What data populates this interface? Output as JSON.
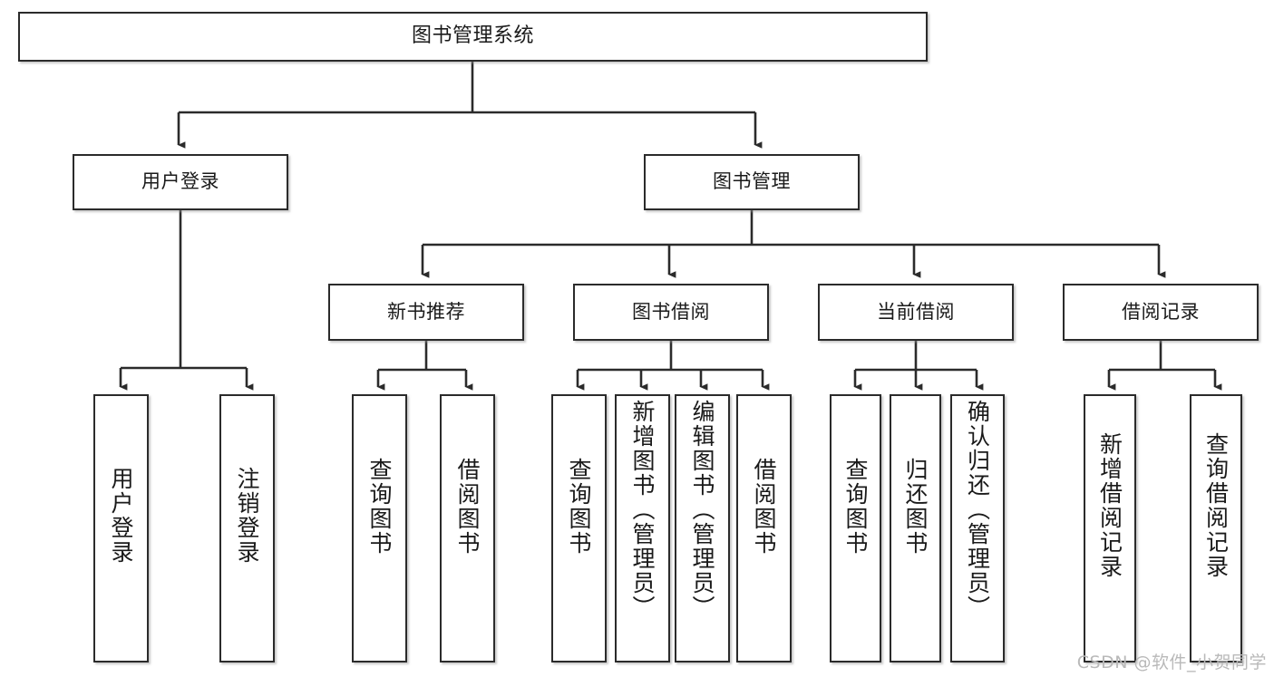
{
  "diagram": {
    "title": "图书管理系统",
    "watermark": "CSDN @软件_小贺同学",
    "accent_color": "#2b2b2b",
    "background_color": "#ffffff",
    "nodes": {
      "root": {
        "label": "图书管理系统"
      },
      "level2": [
        {
          "id": "user-login",
          "label": "用户登录"
        },
        {
          "id": "book-management",
          "label": "图书管理"
        }
      ],
      "level3": [
        {
          "id": "new-book-recommend",
          "label": "新书推荐"
        },
        {
          "id": "book-borrow",
          "label": "图书借阅"
        },
        {
          "id": "current-borrow",
          "label": "当前借阅"
        },
        {
          "id": "borrow-record",
          "label": "借阅记录"
        }
      ],
      "leaves": {
        "user_login": [
          {
            "id": "leaf-user-login",
            "label": "用户登录"
          },
          {
            "id": "leaf-logout",
            "label": "注销登录"
          }
        ],
        "new_book_recommend": [
          {
            "id": "leaf-query-book-1",
            "label": "查询图书"
          },
          {
            "id": "leaf-borrow-book-1",
            "label": "借阅图书"
          }
        ],
        "book_borrow": [
          {
            "id": "leaf-query-book-2",
            "label": "查询图书"
          },
          {
            "id": "leaf-add-book",
            "label": "新增图书（管理员）"
          },
          {
            "id": "leaf-edit-book",
            "label": "编辑图书（管理员）"
          },
          {
            "id": "leaf-borrow-book-2",
            "label": "借阅图书"
          }
        ],
        "current_borrow": [
          {
            "id": "leaf-query-book-3",
            "label": "查询图书"
          },
          {
            "id": "leaf-return-book",
            "label": "归还图书"
          },
          {
            "id": "leaf-confirm-return",
            "label": "确认归还（管理员）"
          }
        ],
        "borrow_record": [
          {
            "id": "leaf-add-record",
            "label": "新增借阅记录"
          },
          {
            "id": "leaf-query-record",
            "label": "查询借阅记录"
          }
        ]
      }
    }
  }
}
